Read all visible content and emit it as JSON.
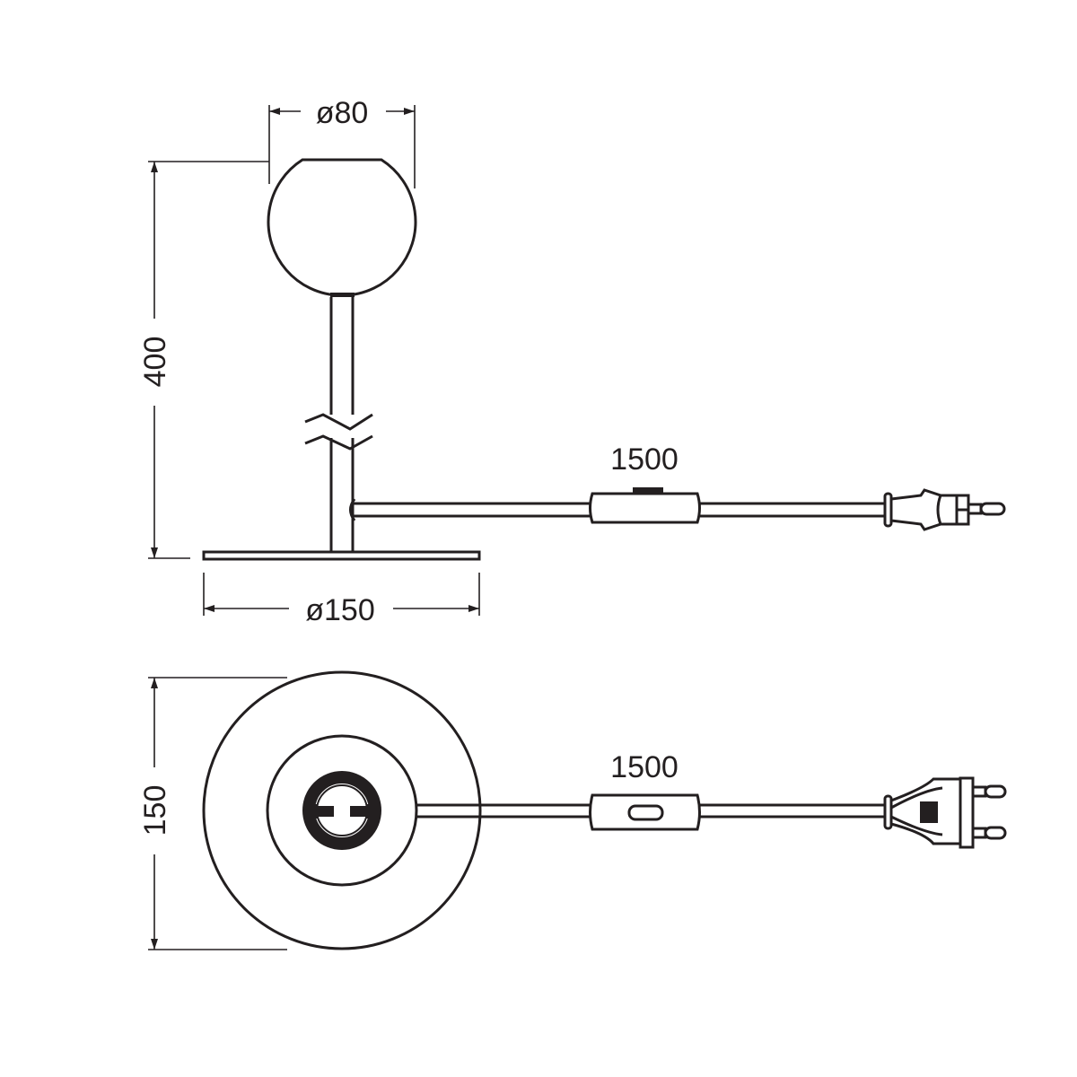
{
  "side_view": {
    "globe_diameter": "ø80",
    "height": "400",
    "base_diameter": "ø150",
    "cable_length": "1500"
  },
  "top_view": {
    "base_diameter": "150",
    "cable_length": "1500"
  },
  "colors": {
    "line": "#231f20",
    "background": "#ffffff"
  }
}
